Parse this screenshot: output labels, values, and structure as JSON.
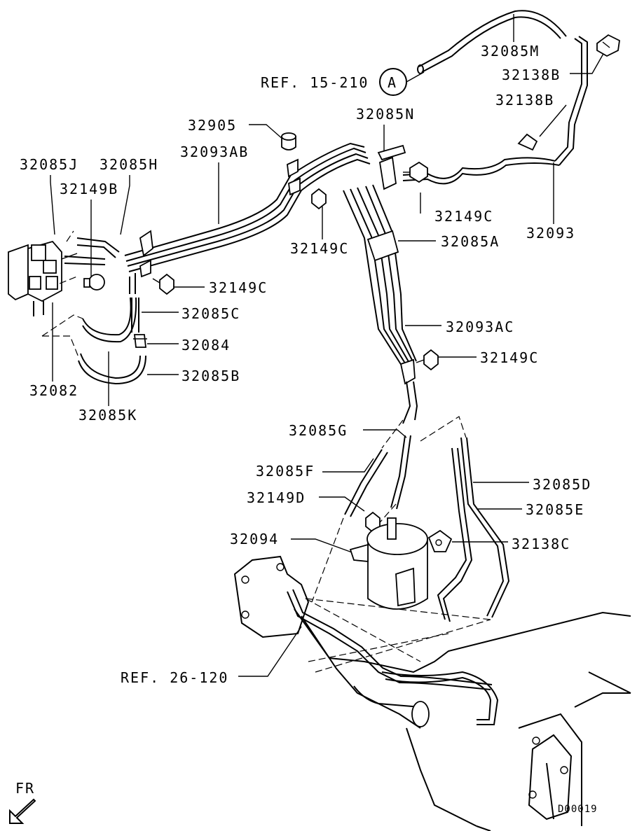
{
  "diagram": {
    "labels": {
      "p32085M": "32085M",
      "p32138B_1": "32138B",
      "p32138B_2": "32138B",
      "ref15": "REF. 15-210",
      "refA": "A",
      "p32085N": "32085N",
      "p32905": "32905",
      "p32093AB": "32093AB",
      "p32085J": "32085J",
      "p32085H": "32085H",
      "p32149B": "32149B",
      "p32149C_1": "32149C",
      "p32149C_2": "32149C",
      "p32093": "32093",
      "p32085A": "32085A",
      "p32149C_3": "32149C",
      "p32085C": "32085C",
      "p32093AC": "32093AC",
      "p32084": "32084",
      "p32149C_4": "32149C",
      "p32085B": "32085B",
      "p32082": "32082",
      "p32085K": "32085K",
      "p32085G": "32085G",
      "p32085F": "32085F",
      "p32085D": "32085D",
      "p32149D": "32149D",
      "p32085E": "32085E",
      "p32094": "32094",
      "p32138C": "32138C",
      "ref26": "REF. 26-120",
      "fr": "FR",
      "code": "D00019"
    }
  }
}
